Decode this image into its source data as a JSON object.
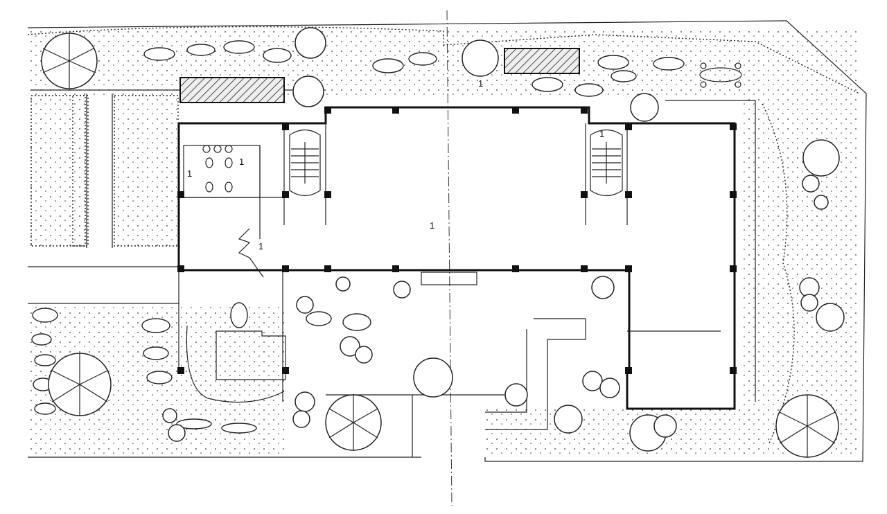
{
  "plan": {
    "room_labels": [
      "1",
      "1",
      "1",
      "1",
      "1",
      "1"
    ]
  }
}
